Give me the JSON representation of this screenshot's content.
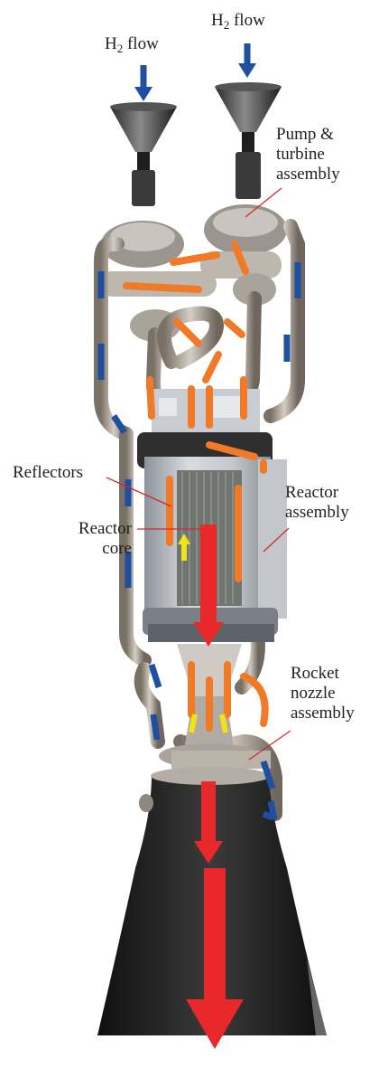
{
  "labels": {
    "h2_flow_left": {
      "base": "H",
      "sub": "2",
      "rest": " flow"
    },
    "h2_flow_right": {
      "base": "H",
      "sub": "2",
      "rest": " flow"
    },
    "pump": [
      "Pump &",
      "turbine",
      "assembly"
    ],
    "reflectors": "Reflectors",
    "reactor_core": [
      "Reactor",
      "core"
    ],
    "reactor_assembly": [
      "Reactor",
      "assembly"
    ],
    "nozzle": [
      "Rocket",
      "nozzle",
      "assembly"
    ]
  },
  "colors": {
    "cold_flow": "#1f4fa0",
    "hot_flow": "#f07a26",
    "hotter_flow": "#f2e21a",
    "exhaust": "#e8282b",
    "pipe": "#a69c8f",
    "metal_dark": "#2d2d2d",
    "nozzle": "#222222",
    "reactor_body": "#b8bcc2",
    "leader_line": "#d22a2a"
  }
}
